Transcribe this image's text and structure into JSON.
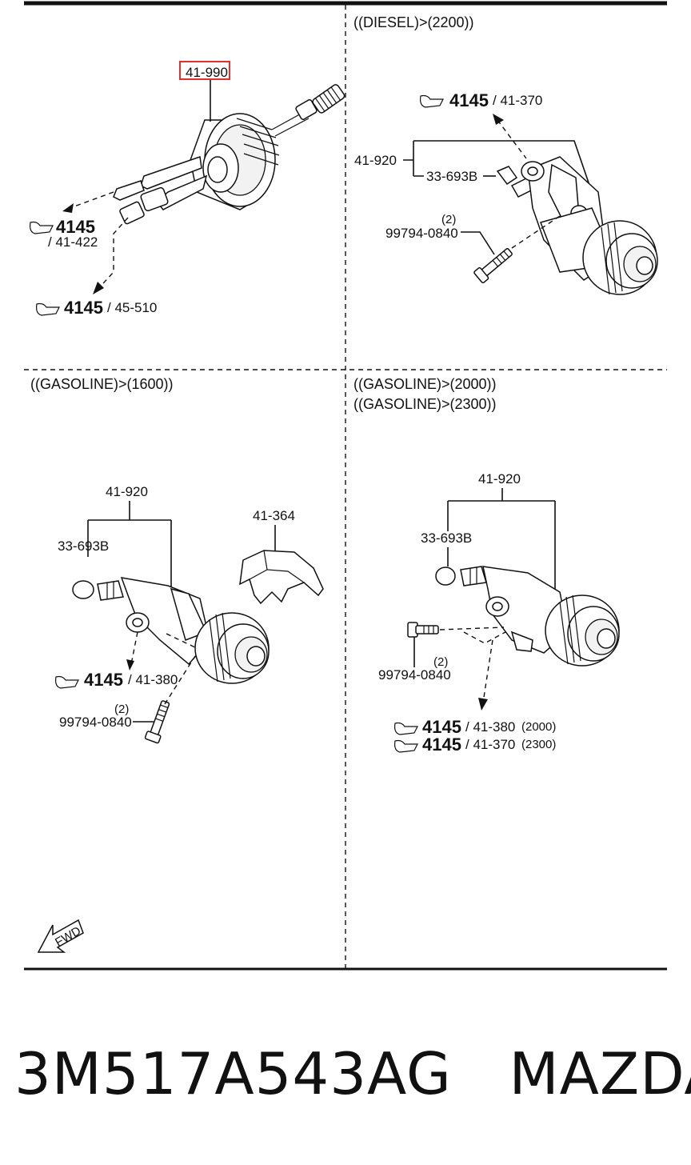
{
  "panels": {
    "top_left": {
      "callout_highlight": "41-990",
      "ref1_code": "4145",
      "ref1_page": "/ 41-422",
      "ref2_code": "4145",
      "ref2_page": "/ 45-510"
    },
    "top_right": {
      "heading": "((DIESEL)>(2200))",
      "ref_code": "4145",
      "ref_page": "/ 41-370",
      "label_assembly": "41-920",
      "label_cap": "33-693B",
      "bolt_qty": "(2)",
      "bolt_part": "99794-0840"
    },
    "bottom_left": {
      "heading": "((GASOLINE)>(1600))",
      "label_assembly": "41-920",
      "label_cap": "33-693B",
      "label_bracket": "41-364",
      "ref_code": "4145",
      "ref_page": "/ 41-380",
      "bolt_qty": "(2)",
      "bolt_part": "99794-0840"
    },
    "bottom_right": {
      "heading1": "((GASOLINE)>(2000))",
      "heading2": "((GASOLINE)>(2300))",
      "label_assembly": "41-920",
      "label_cap": "33-693B",
      "bolt_qty": "(2)",
      "bolt_part": "99794-0840",
      "ref1_code": "4145",
      "ref1_page": "/ 41-380",
      "ref1_variant": "(2000)",
      "ref2_code": "4145",
      "ref2_page": "/ 41-370",
      "ref2_variant": "(2300)"
    }
  },
  "fwd_label": "FWD",
  "footer": {
    "part_number": "3M517A543AG",
    "brand": "MAZDA"
  },
  "colors": {
    "highlight_box": "#e03030",
    "line": "#111111"
  }
}
